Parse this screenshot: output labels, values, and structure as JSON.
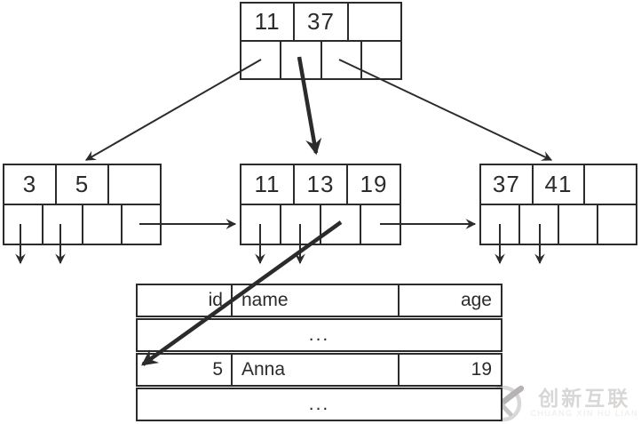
{
  "colors": {
    "line": "#2b2b2b",
    "background": "#ffffff",
    "watermark_text": "#d9d7d6",
    "watermark_subtext": "#ebeae9",
    "watermark_ring": "#dad8d7",
    "watermark_swoosh": "#b5b3b4"
  },
  "tree": {
    "root": {
      "keys": [
        "11",
        "37",
        ""
      ]
    },
    "leaves": [
      {
        "keys": [
          "3",
          "5",
          ""
        ]
      },
      {
        "keys": [
          "11",
          "13",
          "19"
        ]
      },
      {
        "keys": [
          "37",
          "41",
          ""
        ]
      }
    ]
  },
  "table": {
    "headers": [
      "id",
      "name",
      "age"
    ],
    "rows": [
      {
        "text": "..."
      },
      {
        "id": "5",
        "name": "Anna",
        "age": "19"
      },
      {
        "text": "..."
      }
    ]
  },
  "watermark": {
    "text": "创新互联",
    "subtext": "CHUANG XIN HU LIAN"
  }
}
